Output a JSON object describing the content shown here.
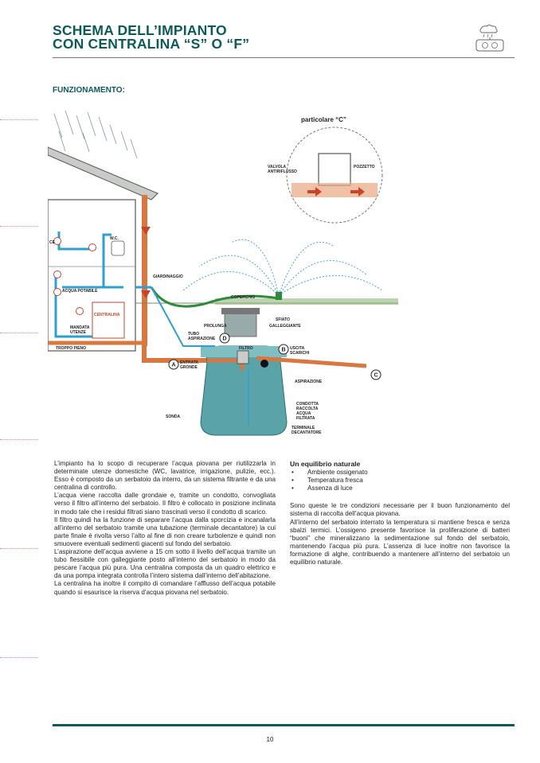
{
  "header": {
    "title_line1": "SCHEMA DELL’IMPIANTO",
    "title_line2": "CON CENTRALINA “S” O “F”"
  },
  "section_heading": "FUNZIONAMENTO:",
  "diagram": {
    "detail_title": "particolare “C”",
    "labels": {
      "valvola": "VALVOLA",
      "antiriflusso": "ANTIRIFLUSSO",
      "pozzetto": "POZZETTO",
      "ce": "CE",
      "wc": "W.C.",
      "giardinaggio": "GIARDINAGGIO",
      "acqua_potabile": "ACQUA POTABILE",
      "centralina": "CENTRALINA",
      "mandata": "MANDATA",
      "utenze": "UTENZE",
      "troppo_pieno": "TROPPO PIENO",
      "coperchio": "COPERCHIO",
      "sfiato": "SFIATO",
      "prolunga": "PROLUNGA",
      "galleggiante": "GALLEGGIANTE",
      "tubo": "TUBO",
      "aspirazione_tubo": "ASPIRAZIONE",
      "filtro": "FILTRO",
      "uscita": "USCITA",
      "scarichi": "SCARICHI",
      "entrata": "ENTRATA",
      "gronde": "GRONDE",
      "aspirazione": "ASPIRAZIONE",
      "sonda": "SONDA",
      "condotta": "CONDOTTA",
      "raccolta": "RACCOLTA",
      "acqua": "ACQUA",
      "filtrata": "FILTRATA",
      "terminale": "TERMINALE",
      "decantatore": "DECANTATORE",
      "letter_a": "A",
      "letter_b": "B",
      "letter_c": "C",
      "letter_d": "D"
    }
  },
  "left_column": [
    "L’impianto ha lo scopo di recuperare l’acqua piovana per riutilizzarla in determinate utenze domestiche (WC, lavatrice, irrigazione, pulizie, ecc.). Esso è composto da un serbatoio da interro, da un sistema filtrante e da una centralina di controllo.",
    "L’acqua viene raccolta dalle grondaie e, tramite un condotto, convogliata verso il filtro all’interno del serbatoio. Il filtro è collocato in posizione inclinata in modo tale che i residui filtrati siano trascinati verso il condotto di scarico.",
    "Il filtro quindi ha la funzione di separare l’acqua dalla sporcizia e incanalarla all’interno del serbatoio tramite una tubazione (terminale decantatore) la cui parte finale è rivolta verso l’alto al fine di non creare turbolenze e quindi non smuovere eventuali sedimenti giacenti sul fondo del serbatoio.",
    "L’aspirazione dell’acqua avviene a 15 cm sotto il livello dell’acqua tramite un tubo flessibile con galleggiante posto all’interno del serbatoio in modo da pescare l’acqua più pura. Una centralina composta da un quadro elettrico e da una pompa integrata controlla l’intero sistema dall’interno dell’abitazione.",
    "La centralina ha inoltre il compito di comandare l’afflusso dell’acqua potabile quando si esaurisce la riserva d’acqua piovana nel serbatoio."
  ],
  "right_column": {
    "subtitle": "Un equilibrio naturale",
    "bullets": [
      "Ambiente ossigenato",
      "Temperatura fresca",
      "Assenza di luce"
    ],
    "paragraphs": [
      "Sono queste le tre condizioni necessarie per il buon funzionamento del sistema di raccolta dell’acqua piovana.",
      "All’interno del serbatoio interrato la temperatura si mantiene fresca e senza sbalzi termici. L’ossigeno presente favorisce la proliferazione di batteri “buoni” che mineralizzano la sedimentazione sul fondo del serbatoio, mantenendo l’acqua più pura. L’assenza di luce inoltre non favorisce la formazione di alghe, contribuendo a mantenere all’interno del serbatoio un equilibrio naturale."
    ]
  },
  "footer": {
    "page_number": "10"
  },
  "colors": {
    "brand_teal": "#0d5a5a",
    "pipe_orange": "#d9773f",
    "tank_teal": "#5aa3a8",
    "water_blue": "#2e9fd0",
    "hose_green": "#2f8a3a"
  }
}
